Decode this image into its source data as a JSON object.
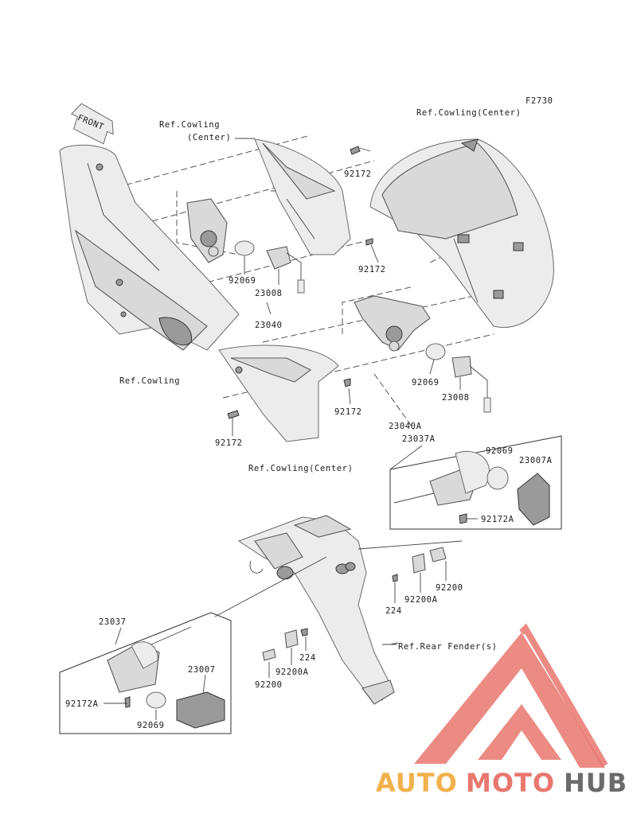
{
  "figure_code": "F2730",
  "front_label": "FRONT",
  "callouts": {
    "ref_cowling_center_top_line1": "Ref.Cowling",
    "ref_cowling_center_top_line2": "(Center)",
    "ref_cowling_center_right": "Ref.Cowling(Center)",
    "ref_cowling": "Ref.Cowling",
    "ref_cowling_center_bottom": "Ref.Cowling(Center)",
    "ref_rear_fender": "Ref.Rear Fender(s)"
  },
  "part_numbers": {
    "p92172_a": "92172",
    "p92172_b": "92172",
    "p92069_a": "92069",
    "p23008_a": "23008",
    "p23040": "23040",
    "p92069_b": "92069",
    "p23008_b": "23008",
    "p92172_c": "92172",
    "p92172_d": "92172",
    "p23040A": "23040A",
    "p23037A": "23037A",
    "p92069_c": "92069",
    "p23007A": "23007A",
    "p92172A_a": "92172A",
    "p92200_a": "92200",
    "p92200A_a": "92200A",
    "p224_a": "224",
    "p23037": "23037",
    "p224_b": "224",
    "p92200A_b": "92200A",
    "p92200_b": "92200",
    "p23007": "23007",
    "p92172A_b": "92172A",
    "p92069_d": "92069"
  },
  "watermark": {
    "auto": "AUTO",
    "moto": "MOTO",
    "hub": "HUB",
    "color_red": "#e8776f",
    "color_orange": "#f2b14c",
    "color_gray": "#6b6b6b"
  }
}
